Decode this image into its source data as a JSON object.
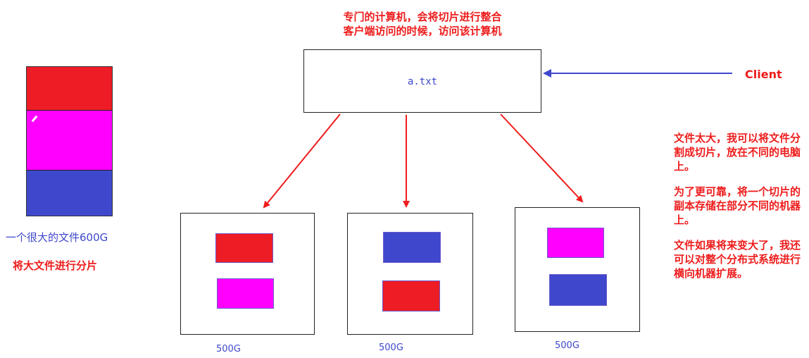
{
  "top_caption": {
    "line1": "专门的计算机，会将切片进行整合",
    "line2": "客户端访问的时候，访问该计算机"
  },
  "left": {
    "file_label": "一个很大的文件600G",
    "split_label": "将大文件进行分片",
    "segments": [
      "red",
      "magenta",
      "blue"
    ]
  },
  "master": {
    "file_name": "a.txt"
  },
  "client": {
    "label": "Client"
  },
  "nodes": [
    {
      "caption": "500G",
      "blocks": [
        "red",
        "magenta"
      ]
    },
    {
      "caption": "500G",
      "blocks": [
        "blue",
        "red"
      ]
    },
    {
      "caption": "500G",
      "blocks": [
        "magenta",
        "blue"
      ]
    }
  ],
  "notes": {
    "para1": "文件太大，我可以将文件分割成切片，放在不同的电脑上。",
    "para2": "为了更可靠，将一个切片的副本存储在部分不同的机器上。",
    "para3": "文件如果将来变大了，我还可以对整个分布式系统进行横向机器扩展。"
  },
  "colors": {
    "red": "#ee1c25",
    "magenta": "#ff00ff",
    "blue": "#3f48cc",
    "arrow_red": "#ee1c1c",
    "arrow_blue": "#3f48cc",
    "text_red": "#ee1c1c",
    "text_blue": "#3f48cc"
  }
}
